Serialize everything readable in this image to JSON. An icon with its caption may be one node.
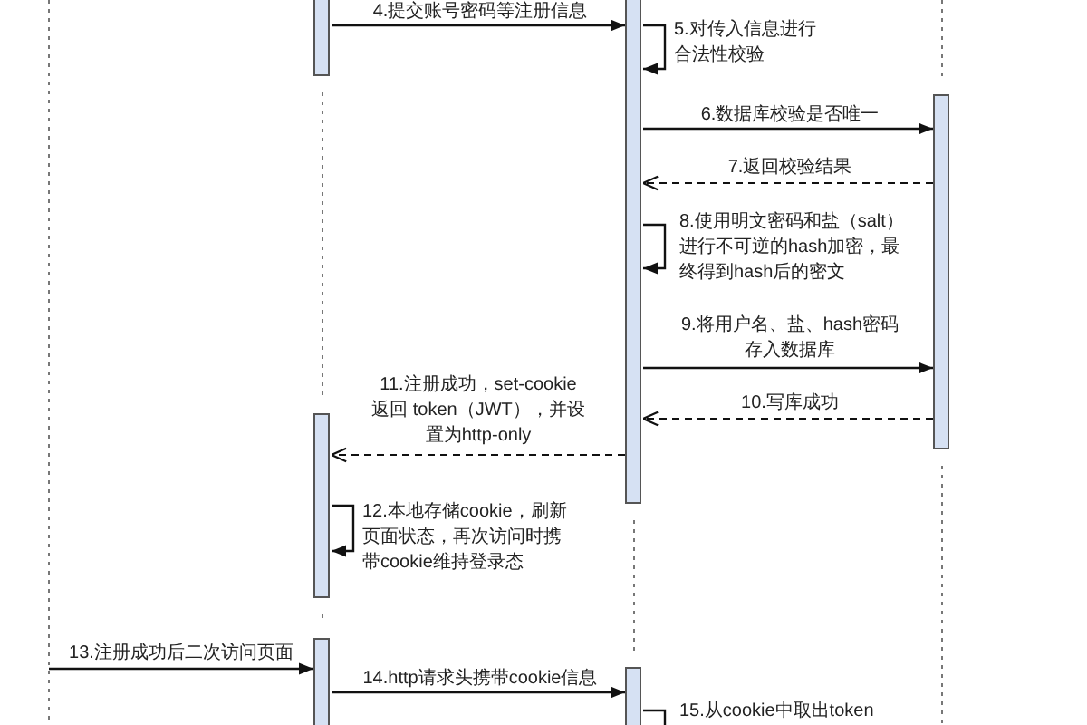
{
  "diagram": {
    "nodes": [
      {
        "text": [],
        "shape": "bar"
      },
      {
        "text": [],
        "shape": "bar"
      },
      {
        "text": [],
        "shape": "bar"
      },
      {
        "text": [],
        "shape": "bar"
      },
      {
        "text": [],
        "shape": "bar"
      },
      {
        "text": [],
        "shape": "bar"
      }
    ],
    "edges": [
      {
        "from": 0,
        "to": 1,
        "arrow": "to",
        "label": "4.提交账号密码等注册信息"
      },
      {
        "from": 1,
        "to": 1,
        "arrow": "to",
        "label": "5.对传入信息进行合法性校验"
      },
      {
        "from": 1,
        "to": 2,
        "arrow": "to",
        "label": "6.数据库校验是否唯一"
      },
      {
        "from": 2,
        "to": 1,
        "arrow": "to",
        "label": "7.返回校验结果",
        "style": "dashed"
      },
      {
        "from": 1,
        "to": 1,
        "arrow": "to",
        "label": "8.使用明文密码和盐（salt）进行不可逆的hash加密，最终得到hash后的密文"
      },
      {
        "from": 1,
        "to": 2,
        "arrow": "to",
        "label": "9.将用户名、盐、hash密码存入数据库"
      },
      {
        "from": 2,
        "to": 1,
        "arrow": "to",
        "label": "10.写库成功",
        "style": "dashed"
      },
      {
        "from": 1,
        "to": 3,
        "arrow": "to",
        "label": "11.注册成功，set-cookie返回 token（JWT），并设置为http-only",
        "style": "dashed"
      },
      {
        "from": 3,
        "to": 3,
        "arrow": "to",
        "label": "12.本地存储cookie，刷新页面状态，再次访问时携带cookie维持登录态"
      },
      {
        "from": null,
        "to": 4,
        "arrow": "to",
        "label": "13.注册成功后二次访问页面"
      },
      {
        "from": 4,
        "to": 5,
        "arrow": "to",
        "label": "14.http请求头携带cookie信息"
      },
      {
        "from": 5,
        "to": 5,
        "arrow": "to",
        "label": "15.从cookie中取出token"
      }
    ]
  }
}
